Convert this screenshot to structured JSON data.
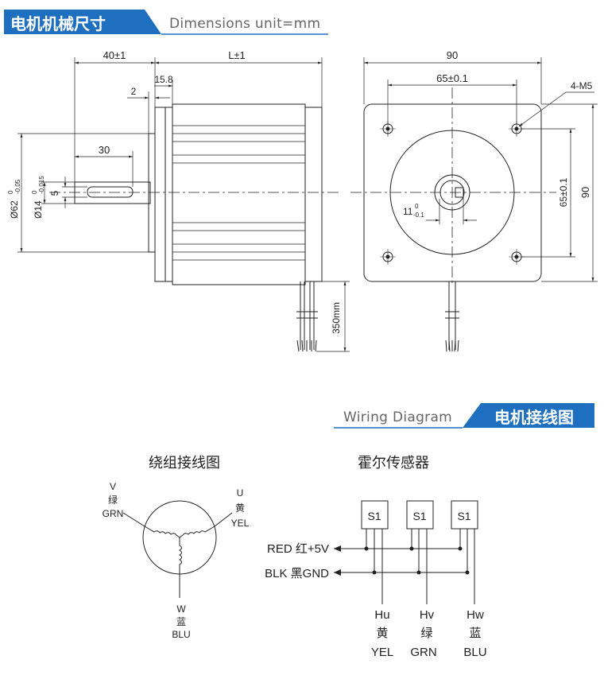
{
  "header_top": {
    "title": "电机机械尺寸",
    "subtitle": "Dimensions unit=mm"
  },
  "side_view": {
    "dim_40": "40±1",
    "dim_L": "L±1",
    "dim_15_8": "15.8",
    "dim_2": "2",
    "dim_30": "30",
    "dim_5": "5",
    "dia62": "Ø62",
    "dia62_tol_top": "0",
    "dia62_tol_bot": "-0.05",
    "dia14": "Ø14",
    "dia14_tol_top": "0",
    "dia14_tol_bot": "-0.015",
    "cable_len": "350mm"
  },
  "front_view": {
    "dim_90_top": "90",
    "dim_65_top": "65±0.1",
    "holes": "4-M5",
    "dim_65_right": "65±0.1",
    "dim_90_right": "90",
    "dim_11": "11",
    "dim_11_tol_top": "0",
    "dim_11_tol_bot": "-0.1"
  },
  "header_bottom": {
    "title": "电机接线图",
    "subtitle": "Wiring Diagram"
  },
  "winding": {
    "title": "绕组接线图",
    "v_label": "V",
    "v_cn": "绿",
    "v_en": "GRN",
    "u_label": "U",
    "u_cn": "黄",
    "u_en": "YEL",
    "w_label": "W",
    "w_cn": "蓝",
    "w_en": "BLU"
  },
  "hall": {
    "title": "霍尔传感器",
    "sensor_label": "S1",
    "red_label": "RED 红+5V",
    "blk_label": "BLK 黑GND",
    "hu": "Hu",
    "hu_cn": "黄",
    "hu_en": "YEL",
    "hv": "Hv",
    "hv_cn": "绿",
    "hv_en": "GRN",
    "hw": "Hw",
    "hw_cn": "蓝",
    "hw_en": "BLU"
  },
  "colors": {
    "banner": "#1e6fc0",
    "line": "#222222"
  }
}
